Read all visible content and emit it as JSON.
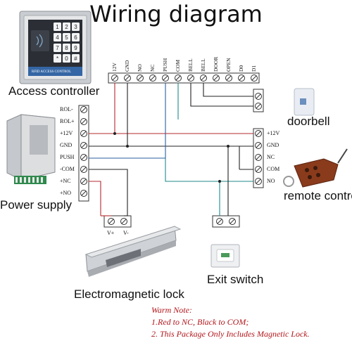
{
  "title": "Wiring diagram",
  "captions": {
    "access_controller": "Access controller",
    "power_supply": "Power supply",
    "doorbell": "doorbell",
    "remote_control": "remote control",
    "em_lock": "Electromagnetic lock",
    "exit_switch": "Exit switch"
  },
  "keypad": {
    "keys": [
      "1",
      "2",
      "3",
      "4",
      "5",
      "6",
      "7",
      "8",
      "9",
      "*",
      "0",
      "#"
    ],
    "label": "RFID ACCESS CONTROL"
  },
  "controller_terminals": [
    "12V",
    "GND",
    "NO",
    "NC",
    "PUSH",
    "COM",
    "BELL",
    "BELL",
    "DOOR",
    "OPEN",
    "D0",
    "D1"
  ],
  "power_terminals": [
    "ROL-",
    "ROL+",
    "+12V",
    "GND",
    "PUSH",
    "-COM",
    "+NC",
    "+NO"
  ],
  "remote_terminals": [
    "+12V",
    "GND",
    "NC",
    "COM",
    "NO"
  ],
  "lock_terminals": [
    "V+",
    "V-"
  ],
  "warm_note": {
    "heading": "Warm Note:",
    "line1": "1.Red to NC, Black to COM;",
    "line2": "2. This Package Only Includes Magnetic Lock."
  },
  "colors": {
    "red_wire": "#b4282e",
    "black_wire": "#222222",
    "blue_wire": "#2a5f9e",
    "teal_wire": "#1f8a8a",
    "note_red": "#b2161b"
  }
}
